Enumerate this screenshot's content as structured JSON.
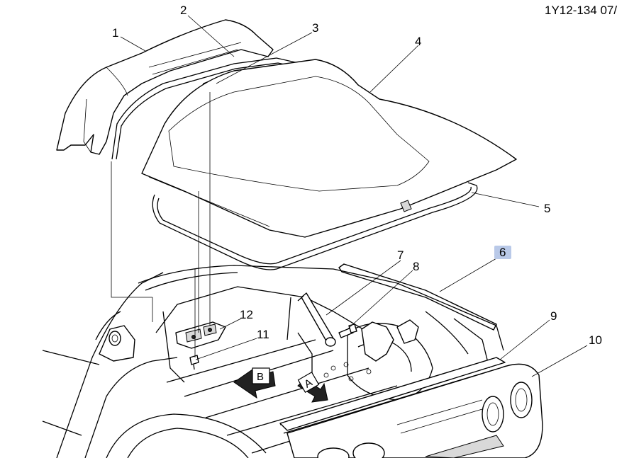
{
  "figure_id": "1Y12-134  07/",
  "callouts": [
    "1",
    "2",
    "3",
    "4",
    "5",
    "6",
    "7",
    "8",
    "9",
    "10",
    "11",
    "12"
  ],
  "highlighted_callout": "6",
  "view_arrows": [
    "A",
    "B"
  ],
  "colors": {
    "highlight": "#b9c9e8",
    "ink": "#000000",
    "shade": "#d9d9d9"
  }
}
